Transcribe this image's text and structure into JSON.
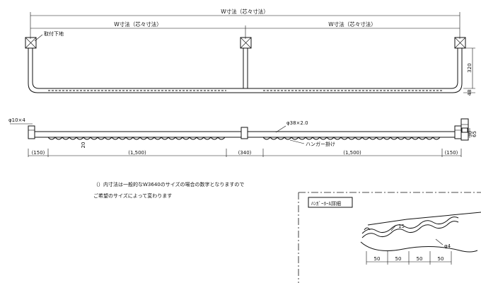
{
  "dimensions": {
    "overall_width": "W寸法（芯々寸法）",
    "half_width_left": "W寸法（芯々寸法）",
    "half_width_right": "W寸法（芯々寸法）",
    "height_320": "320",
    "height_48": "48",
    "dim_20": "20",
    "seg_150_left": "(150)",
    "seg_1500_left": "(1,500)",
    "seg_340": "(340)",
    "seg_1500_right": "(1,500)",
    "seg_150_right": "(150)"
  },
  "labels": {
    "mount_base": "取付下地",
    "bolt_spec": "φ10×4",
    "pipe_spec": "φ38×2.0",
    "hanger_hook": "ハンガー掛け",
    "side_small_1": "30",
    "side_small_2": "65"
  },
  "notes": {
    "line1": "（）内寸法は一般的なW3640のサイズの場合の数字となりますので",
    "line2": "ご希望のサイズによって変わります"
  },
  "detail": {
    "title": "ﾊﾝｶﾞｰﾎｰﾙ詳細",
    "dim_15": "15",
    "dim_phi4": "φ4",
    "pitches": [
      "50",
      "50",
      "50",
      "50"
    ]
  }
}
